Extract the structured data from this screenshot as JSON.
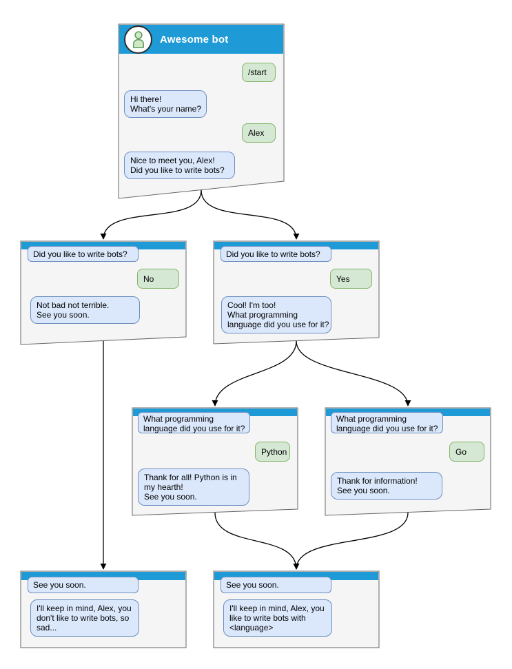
{
  "title": "Awesome bot",
  "colors": {
    "header_blue": "#1e9bd7",
    "window_bg": "#f5f5f5",
    "window_border": "#666666",
    "bot_bubble_bg": "#dbe8fc",
    "bot_bubble_border": "#6c8ebf",
    "user_bubble_bg": "#d5e8d4",
    "user_bubble_border": "#82b366",
    "avatar_fill": "#cfe8c7",
    "avatar_stroke": "#5d9b57",
    "arrow": "#000000"
  },
  "windows": [
    {
      "id": "main",
      "title": "Awesome bot",
      "avatar_icon": "user-avatar-icon",
      "messages": [
        {
          "from": "user",
          "text": "/start"
        },
        {
          "from": "bot",
          "text": "Hi there!\nWhat's your name?"
        },
        {
          "from": "user",
          "text": "Alex"
        },
        {
          "from": "bot",
          "text": "Nice to meet you, Alex!\nDid you like to write bots?"
        }
      ]
    },
    {
      "id": "branch-no",
      "messages": [
        {
          "from": "bot",
          "text": "Did you like to write bots?"
        },
        {
          "from": "user",
          "text": "No"
        },
        {
          "from": "bot",
          "text": "Not bad not terrible.\nSee you soon."
        }
      ]
    },
    {
      "id": "branch-yes",
      "messages": [
        {
          "from": "bot",
          "text": "Did you like to write bots?"
        },
        {
          "from": "user",
          "text": "Yes"
        },
        {
          "from": "bot",
          "text": "Cool! I'm too!\nWhat programming\nlanguage did you use for it?"
        }
      ]
    },
    {
      "id": "branch-python",
      "messages": [
        {
          "from": "bot",
          "text": "What programming\nlanguage did you use for it?"
        },
        {
          "from": "user",
          "text": "Python"
        },
        {
          "from": "bot",
          "text": "Thank for all! Python is in\nmy hearth!\nSee you soon."
        }
      ]
    },
    {
      "id": "branch-go",
      "messages": [
        {
          "from": "bot",
          "text": "What programming\nlanguage did you use for it?"
        },
        {
          "from": "user",
          "text": "Go"
        },
        {
          "from": "bot",
          "text": "Thank for information!\nSee you soon."
        }
      ]
    },
    {
      "id": "end-no",
      "messages": [
        {
          "from": "bot",
          "text": "See you soon."
        },
        {
          "from": "bot",
          "text": "I'll keep in mind, Alex, you\ndon't like to write bots, so\nsad..."
        }
      ]
    },
    {
      "id": "end-yes",
      "messages": [
        {
          "from": "bot",
          "text": "See you soon."
        },
        {
          "from": "bot",
          "text": "I'll keep in mind, Alex, you\nlike to write bots with\n<language>"
        }
      ]
    }
  ],
  "edges": [
    {
      "from": "main",
      "to": "branch-no"
    },
    {
      "from": "main",
      "to": "branch-yes"
    },
    {
      "from": "branch-no",
      "to": "end-no"
    },
    {
      "from": "branch-yes",
      "to": "branch-python"
    },
    {
      "from": "branch-yes",
      "to": "branch-go"
    },
    {
      "from": "branch-python",
      "to": "end-yes"
    },
    {
      "from": "branch-go",
      "to": "end-yes"
    }
  ]
}
